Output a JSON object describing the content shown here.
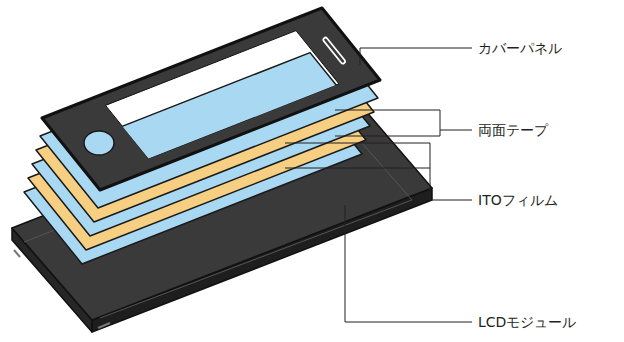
{
  "diagram": {
    "labels": [
      "カバーパネル",
      "両面テープ",
      "ITOフィルム",
      "LCDモジュール"
    ]
  }
}
